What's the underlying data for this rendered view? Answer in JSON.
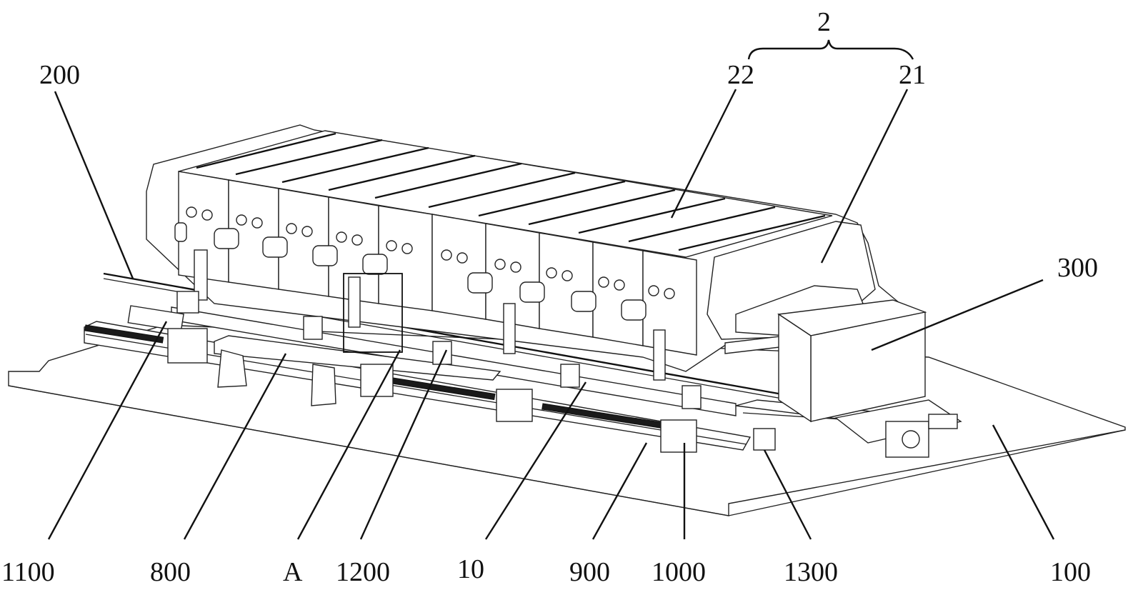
{
  "figure": {
    "labels": {
      "l_2": "2",
      "l_22": "22",
      "l_21": "21",
      "l_200": "200",
      "l_300": "300",
      "l_1100": "1100",
      "l_800": "800",
      "l_A": "A",
      "l_1200": "1200",
      "l_10": "10",
      "l_900": "900",
      "l_1000": "1000",
      "l_1300": "1300",
      "l_100": "100"
    }
  }
}
